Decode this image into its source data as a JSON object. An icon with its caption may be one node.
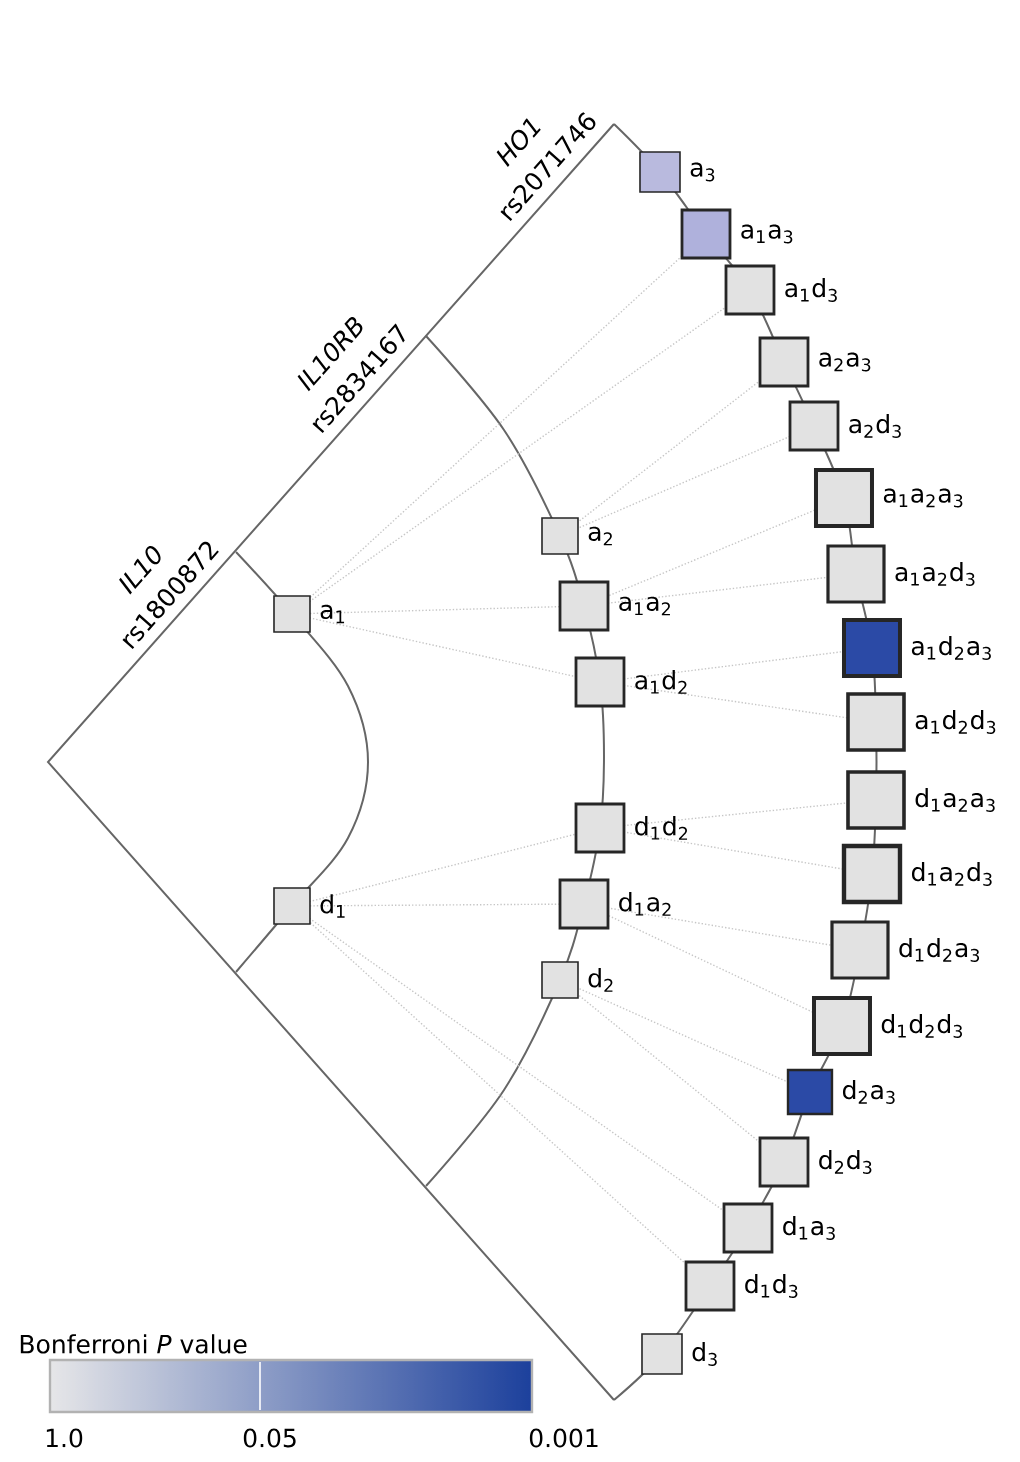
{
  "diagram": {
    "nodes": [
      {
        "text": [
          "a$_{1}$"
        ]
      },
      {
        "text": [
          "d$_{1}$"
        ]
      },
      {
        "text": [
          "a$_{2}$"
        ]
      },
      {
        "text": [
          "a$_{1}$a$_{2}$"
        ]
      },
      {
        "text": [
          "a$_{1}$d$_{2}$"
        ]
      },
      {
        "text": [
          "d$_{1}$d$_{2}$"
        ]
      },
      {
        "text": [
          "d$_{1}$a$_{2}$"
        ]
      },
      {
        "text": [
          "d$_{2}$"
        ]
      },
      {
        "text": [
          "a$_{3}$"
        ]
      },
      {
        "text": [
          "a$_{1}$a$_{3}$"
        ]
      },
      {
        "text": [
          "a$_{1}$d$_{3}$"
        ]
      },
      {
        "text": [
          "a$_{2}$a$_{3}$"
        ]
      },
      {
        "text": [
          "a$_{2}$d$_{3}$"
        ]
      },
      {
        "text": [
          "a$_{1}$a$_{2}$a$_{3}$"
        ]
      },
      {
        "text": [
          "a$_{1}$a$_{2}$d$_{3}$"
        ]
      },
      {
        "text": [
          "a$_{1}$d$_{2}$a$_{3}$"
        ]
      },
      {
        "text": [
          "a$_{1}$d$_{2}$d$_{3}$"
        ]
      },
      {
        "text": [
          "d$_{1}$a$_{2}$a$_{3}$"
        ]
      },
      {
        "text": [
          "d$_{1}$a$_{2}$d$_{3}$"
        ]
      },
      {
        "text": [
          "d$_{1}$d$_{2}$a$_{3}$"
        ]
      },
      {
        "text": [
          "d$_{1}$d$_{2}$d$_{3}$"
        ]
      },
      {
        "text": [
          "d$_{2}$a$_{3}$"
        ]
      },
      {
        "text": [
          "d$_{2}$d$_{3}$"
        ]
      },
      {
        "text": [
          "d$_{1}$a$_{3}$"
        ]
      },
      {
        "text": [
          "d$_{1}$d$_{3}$"
        ]
      },
      {
        "text": [
          "d$_{3}$"
        ]
      }
    ],
    "edges": [
      {
        "from": 0,
        "to": 3,
        "arrow": "none"
      },
      {
        "from": 0,
        "to": 4,
        "arrow": "none"
      },
      {
        "from": 0,
        "to": 9,
        "arrow": "none"
      },
      {
        "from": 0,
        "to": 10,
        "arrow": "none"
      },
      {
        "from": 1,
        "to": 5,
        "arrow": "none"
      },
      {
        "from": 1,
        "to": 6,
        "arrow": "none"
      },
      {
        "from": 1,
        "to": 23,
        "arrow": "none"
      },
      {
        "from": 1,
        "to": 24,
        "arrow": "none"
      },
      {
        "from": 2,
        "to": 11,
        "arrow": "none"
      },
      {
        "from": 2,
        "to": 12,
        "arrow": "none"
      },
      {
        "from": 3,
        "to": 13,
        "arrow": "none"
      },
      {
        "from": 3,
        "to": 14,
        "arrow": "none"
      },
      {
        "from": 4,
        "to": 15,
        "arrow": "none"
      },
      {
        "from": 4,
        "to": 16,
        "arrow": "none"
      },
      {
        "from": 5,
        "to": 17,
        "arrow": "none"
      },
      {
        "from": 5,
        "to": 18,
        "arrow": "none"
      },
      {
        "from": 6,
        "to": 19,
        "arrow": "none"
      },
      {
        "from": 6,
        "to": 20,
        "arrow": "none"
      },
      {
        "from": 7,
        "to": 21,
        "arrow": "none"
      },
      {
        "from": 7,
        "to": 22,
        "arrow": "none"
      }
    ],
    "labels": [
      "IL10",
      "rs1800872",
      "IL10RB",
      "rs2834167",
      "HO1",
      "rs2071746",
      "Bonferroni *P* value",
      "1.0",
      "0.05",
      "0.001"
    ]
  }
}
